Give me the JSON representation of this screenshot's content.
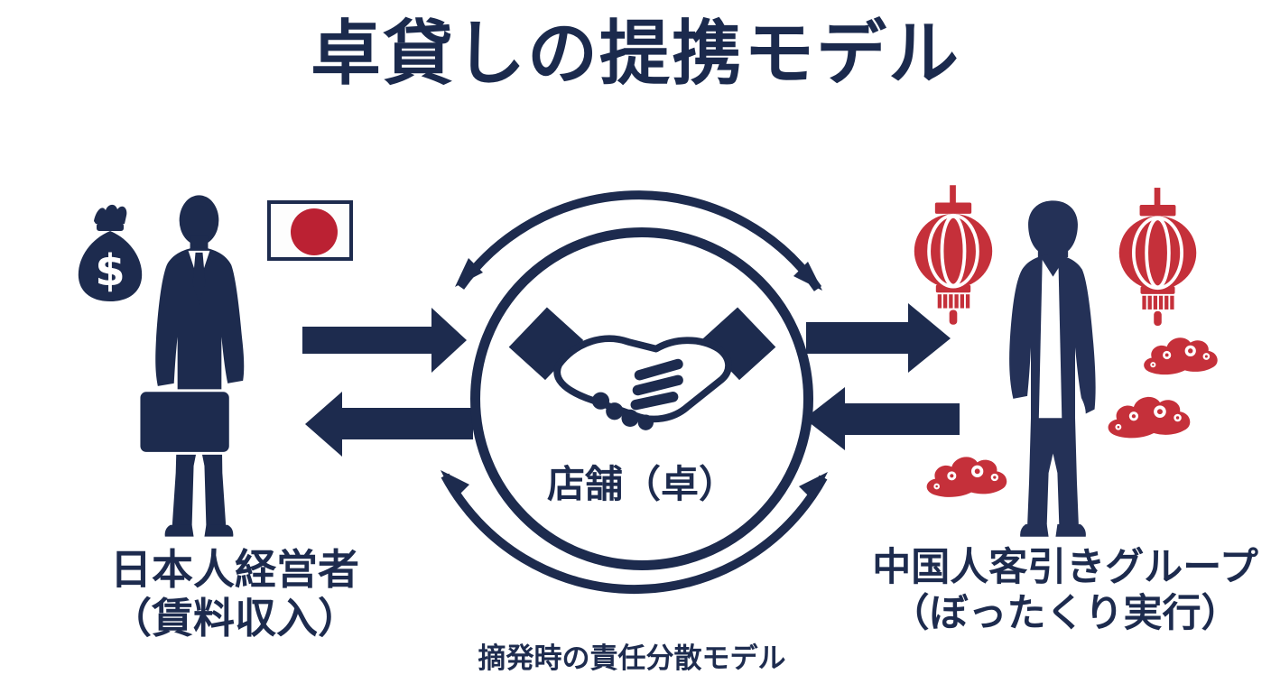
{
  "title": "卓貸しの提携モデル",
  "caption": "摘発時の責任分散モデル",
  "colors": {
    "navy": "#1d2b4e",
    "navy_light": "#243157",
    "flag_red": "#bb2133",
    "accent_red": "#c5303a",
    "background": "#ffffff"
  },
  "left_party": {
    "label_line1": "日本人経営者",
    "label_line2": "（賃料収入）",
    "icons": [
      "money-bag",
      "businessman-silhouette",
      "japan-flag"
    ]
  },
  "hub": {
    "label": "店舗（卓）",
    "icon": "handshake"
  },
  "right_party": {
    "label_line1": "中国人客引きグループ",
    "label_line2": "（ぼったくり実行）",
    "icons": [
      "chinese-lantern",
      "casual-man-silhouette",
      "cloud-motif"
    ]
  },
  "flows": {
    "left_to_hub": "straight arrow pointing right",
    "hub_to_left": "straight arrow pointing left",
    "hub_to_right": "straight arrow pointing right",
    "right_to_hub": "straight arrow pointing left",
    "cycle_top": "curved double-headed arc above hub",
    "cycle_bottom": "curved double-headed arc below hub"
  }
}
